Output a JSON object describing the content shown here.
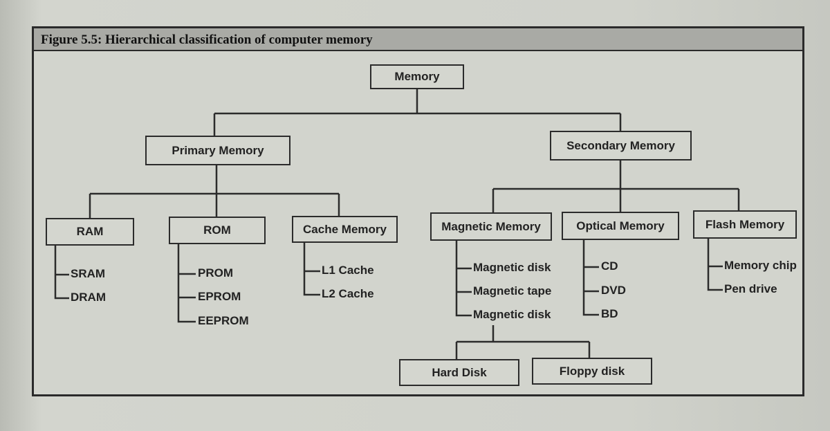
{
  "caption": "Figure 5.5: Hierarchical classification of computer memory",
  "nodes": {
    "memory": "Memory",
    "primary": "Primary Memory",
    "secondary": "Secondary Memory",
    "ram": "RAM",
    "rom": "ROM",
    "cache": "Cache Memory",
    "magnetic": "Magnetic Memory",
    "optical": "Optical Memory",
    "flash": "Flash Memory",
    "hard_disk": "Hard Disk",
    "floppy_disk": "Floppy disk"
  },
  "leaves": {
    "ram": [
      "SRAM",
      "DRAM"
    ],
    "rom": [
      "PROM",
      "EPROM",
      "EEPROM"
    ],
    "cache": [
      "L1 Cache",
      "L2 Cache"
    ],
    "magnetic": [
      "Magnetic disk",
      "Magnetic tape",
      "Magnetic disk"
    ],
    "optical": [
      "CD",
      "DVD",
      "BD"
    ],
    "flash": [
      "Memory chip",
      "Pen drive"
    ]
  }
}
